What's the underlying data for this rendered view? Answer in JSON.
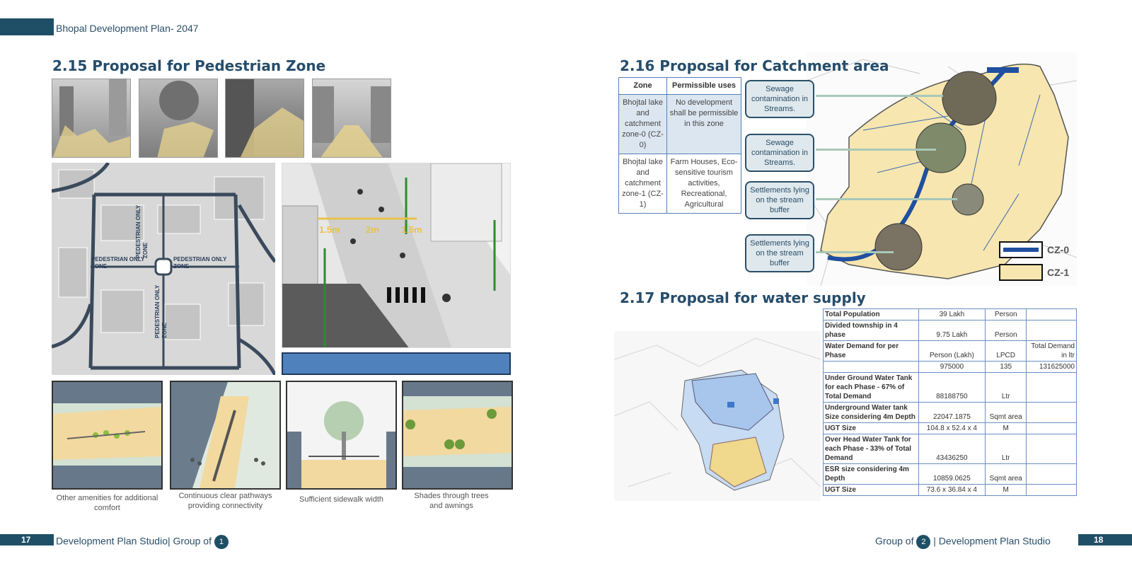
{
  "header": {
    "title": "Bhopal Development Plan- 2047"
  },
  "left": {
    "title": "2.15 Proposal for Pedestrian Zone",
    "map_labels": [
      "PEDESTRIAN ONLY ZONE",
      "PEDESTRIAN ONLY ZONE",
      "PEDESTRIAN ONLY ZONE",
      "PEDESTRIAN ONLY ZONE"
    ],
    "dims": [
      "1.5m",
      "2m",
      "1.5m"
    ],
    "captions": [
      "Other amenities for additional comfort",
      "Continuous clear pathways providing connectivity",
      "Sufficient sidewalk width",
      "Shades through trees and awnings"
    ]
  },
  "catchment": {
    "title": "2.16 Proposal for Catchment area",
    "table": {
      "headers": [
        "Zone",
        "Permissible uses"
      ],
      "rows": [
        [
          "Bhojtal lake and catchment zone-0 (CZ-0)",
          "No development shall be permissible in this zone"
        ],
        [
          "Bhojtal lake and catchment zone-1 (CZ-1)",
          "Farm Houses, Eco-sensitive tourism activities, Recreational, Agricultural"
        ]
      ]
    },
    "callouts": [
      "Sewage contamination in Streams.",
      "Sewage contamination in Streams.",
      "Settlements lying on the stream buffer",
      "Settlements lying on the stream buffer"
    ],
    "legend": [
      "CZ-0",
      "CZ-1"
    ]
  },
  "water": {
    "title": "2.17 Proposal for water supply",
    "rows": [
      [
        "Total Population",
        "39 Lakh",
        "Person",
        ""
      ],
      [
        "Divided township in 4 phase",
        "9.75 Lakh",
        "Person",
        ""
      ],
      [
        "Water Demand for per Phase",
        "Person (Lakh)",
        "LPCD",
        "Total Demand in ltr"
      ],
      [
        "",
        "975000",
        "135",
        "131625000"
      ],
      [
        "Under Ground Water Tank for each Phase - 67% of Total Demand",
        "88188750",
        "Ltr",
        ""
      ],
      [
        "Underground Water tank Size considering 4m Depth",
        "22047.1875",
        "Sqmt area",
        ""
      ],
      [
        "UGT Size",
        "104.8 x 52.4 x 4",
        "M",
        ""
      ],
      [
        "Over Head Water Tank for each Phase - 33% of Total Demand",
        "43436250",
        "Ltr",
        ""
      ],
      [
        "ESR size considering 4m Depth",
        "10859.0625",
        "Sqmt area",
        ""
      ],
      [
        "UGT Size",
        "73.6 x 36.84 x 4",
        "M",
        ""
      ]
    ]
  },
  "footer": {
    "left_page": "17",
    "left_text": "Development Plan Studio| Group of",
    "left_group": "1",
    "right_text_a": "Group of",
    "right_group": "2",
    "right_text_b": "| Development Plan Studio",
    "right_page": "18"
  },
  "colors": {
    "accent": "#1e4f66",
    "cz0": "#1f4fa0",
    "cz1": "#f7e6b0",
    "blue_box": "#4f81bd"
  }
}
